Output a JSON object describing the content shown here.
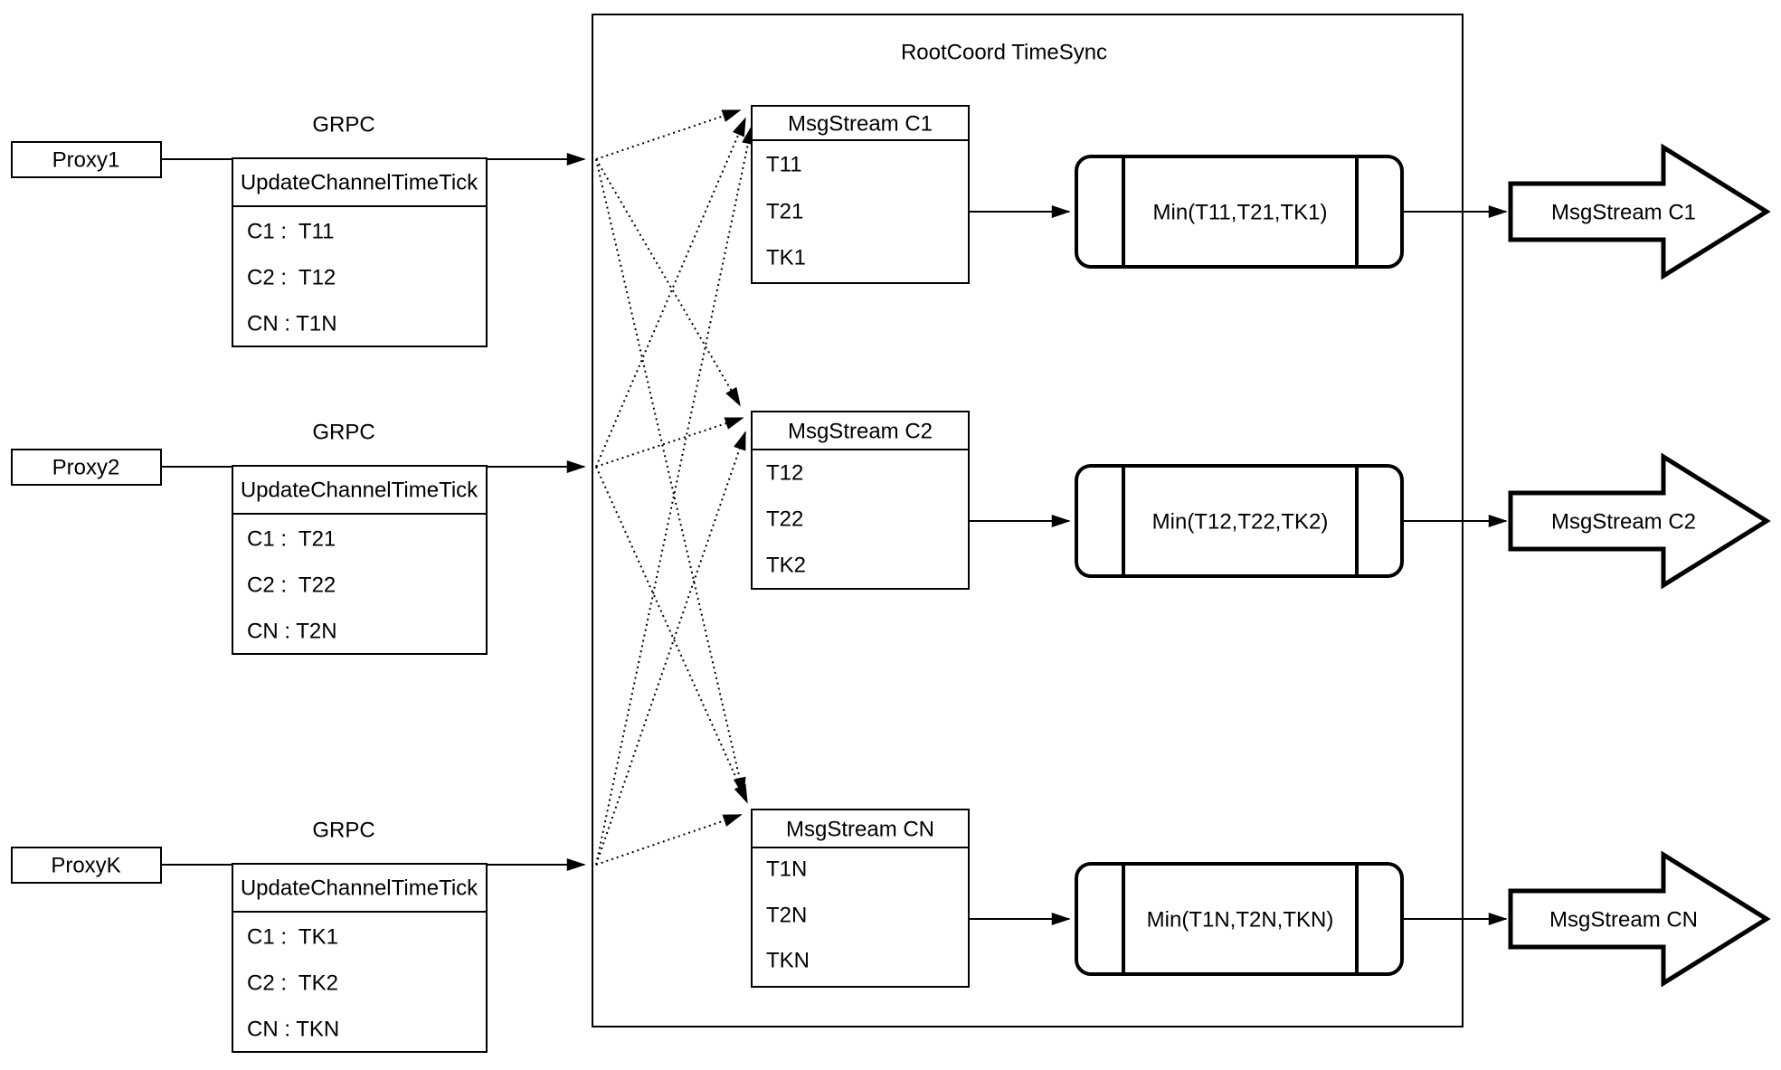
{
  "diagram": {
    "title": "RootCoord TimeSync",
    "proxies": [
      {
        "label": "Proxy1",
        "protocol": "GRPC",
        "tick_table": {
          "header": "UpdateChannelTimeTick",
          "rows": [
            "C1 :  T11",
            "C2 :  T12",
            "CN : T1N"
          ]
        }
      },
      {
        "label": "Proxy2",
        "protocol": "GRPC",
        "tick_table": {
          "header": "UpdateChannelTimeTick",
          "rows": [
            "C1 :  T21",
            "C2 :  T22",
            "CN : T2N"
          ]
        }
      },
      {
        "label": "ProxyK",
        "protocol": "GRPC",
        "tick_table": {
          "header": "UpdateChannelTimeTick",
          "rows": [
            "C1 :  TK1",
            "C2 :  TK2",
            "CN : TKN"
          ]
        }
      }
    ],
    "channels": [
      {
        "stream_table": {
          "header": "MsgStream C1",
          "rows": [
            "T11",
            "T21",
            "TK1"
          ]
        },
        "min_label": "Min(T11,T21,TK1)",
        "output_arrow": "MsgStream C1"
      },
      {
        "stream_table": {
          "header": "MsgStream C2",
          "rows": [
            "T12",
            "T22",
            "TK2"
          ]
        },
        "min_label": "Min(T12,T22,TK2)",
        "output_arrow": "MsgStream C2"
      },
      {
        "stream_table": {
          "header": "MsgStream CN",
          "rows": [
            "T1N",
            "T2N",
            "TKN"
          ]
        },
        "min_label": "Min(T1N,T2N,TKN)",
        "output_arrow": "MsgStream CN"
      }
    ],
    "colors": {
      "stroke": "#000000",
      "background": "#ffffff"
    }
  }
}
